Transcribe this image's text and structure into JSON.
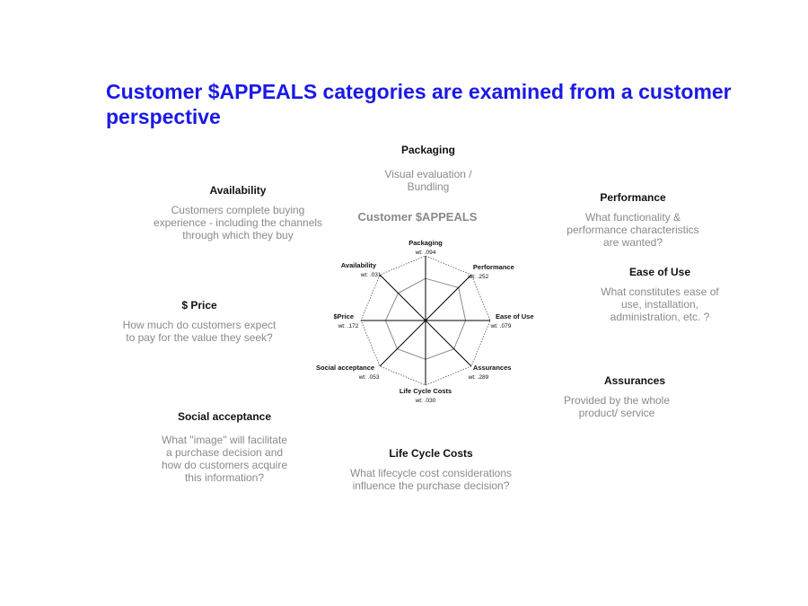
{
  "title": "Customer $APPEALS categories are examined from a customer perspective",
  "categories": [
    {
      "id": "packaging",
      "head": "Packaging",
      "lines": [
        "Visual evaluation /",
        "Bundling"
      ]
    },
    {
      "id": "availability",
      "head": "Availability",
      "lines": [
        "Customers complete buying",
        "experience - including the channels",
        "through which they buy"
      ]
    },
    {
      "id": "performance",
      "head": "Performance",
      "lines": [
        "What functionality &",
        "performance characteristics",
        "are wanted?"
      ]
    },
    {
      "id": "ease-of-use",
      "head": "Ease of Use",
      "lines": [
        "What constitutes ease of",
        "use, installation,",
        "administration, etc. ?"
      ]
    },
    {
      "id": "price",
      "head": "$ Price",
      "lines": [
        "How much do customers expect",
        "to pay for the value they seek?"
      ]
    },
    {
      "id": "assurances",
      "head": "Assurances",
      "lines": [
        "Provided by the whole",
        "product/ service"
      ]
    },
    {
      "id": "social-acceptance",
      "head": "Social acceptance",
      "lines": [
        "What \"image\" will facilitate",
        "a purchase decision  and",
        "how do customers acquire",
        "this information?"
      ]
    },
    {
      "id": "life-cycle-costs",
      "head": "Life Cycle Costs",
      "lines": [
        "What lifecycle cost considerations",
        "influence the purchase decision?"
      ]
    }
  ],
  "chart_data": {
    "type": "radar",
    "title": "Customer $APPEALS",
    "axes": [
      {
        "name": "Packaging",
        "weight": "wt:  .094",
        "value": 0.094
      },
      {
        "name": "Performance",
        "weight": "wt:  .252",
        "value": 0.252
      },
      {
        "name": "Ease of Use",
        "weight": "wt:  .079",
        "value": 0.079
      },
      {
        "name": "Assurances",
        "weight": "wt:  .289",
        "value": 0.289
      },
      {
        "name": "Life Cycle Costs",
        "weight": "wt:  .030",
        "value": 0.03
      },
      {
        "name": "Social acceptance",
        "weight": "wt:  .053",
        "value": 0.053
      },
      {
        "name": "$Price",
        "weight": "wt:  .172",
        "value": 0.172
      },
      {
        "name": "Availability",
        "weight": "wt:  .031",
        "value": 0.031
      }
    ],
    "series": [
      {
        "values": [
          0.65,
          0.72,
          0.62,
          0.62,
          0.6,
          0.62,
          0.62,
          0.6
        ]
      },
      {
        "values": [
          1,
          1,
          1,
          1,
          1,
          1,
          1,
          1
        ]
      }
    ],
    "range": [
      0,
      1
    ]
  }
}
